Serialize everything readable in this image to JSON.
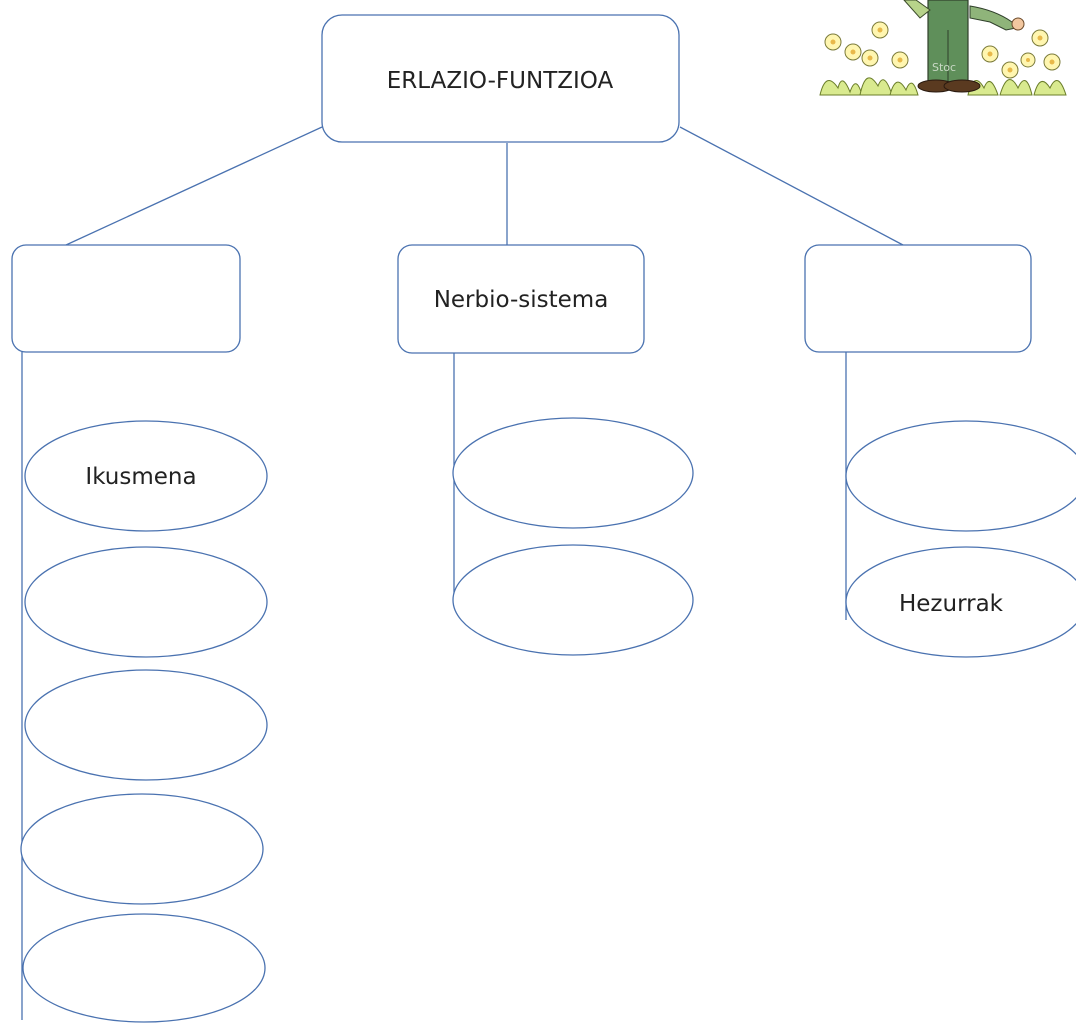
{
  "diagram": {
    "root": {
      "label": "ERLAZIO-FUNTZIOA"
    },
    "branches": [
      {
        "label": "",
        "items": [
          "Ikusmena",
          "",
          "",
          "",
          ""
        ]
      },
      {
        "label": "Nerbio-sistema",
        "items": [
          "",
          ""
        ]
      },
      {
        "label": "",
        "items": [
          "",
          "Hezurrak"
        ]
      }
    ],
    "line_color": "#4a72b0",
    "box_border_color": "#4a72b0"
  },
  "illustration": {
    "name": "gardener-with-flowers-illustration",
    "watermark_fragment": "Stoc"
  }
}
